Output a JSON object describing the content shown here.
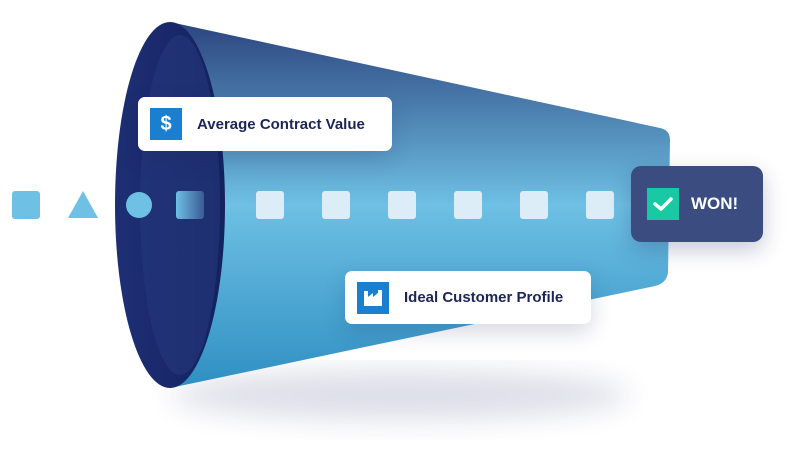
{
  "cards": {
    "average_contract_value": {
      "label": "Average Contract Value",
      "icon": "dollar-icon",
      "icon_text": "$"
    },
    "ideal_customer_profile": {
      "label": "Ideal Customer Profile",
      "icon": "factory-icon"
    },
    "won": {
      "label": "WON!",
      "icon": "checkmark-icon"
    }
  },
  "colors": {
    "funnel_dark": "#1b2a6b",
    "funnel_light": "#6ec0e4",
    "card_text": "#1b2558",
    "won_bg": "#3b4c80",
    "won_check": "#18c9a3",
    "icon_blue": "#1a7fcf"
  }
}
